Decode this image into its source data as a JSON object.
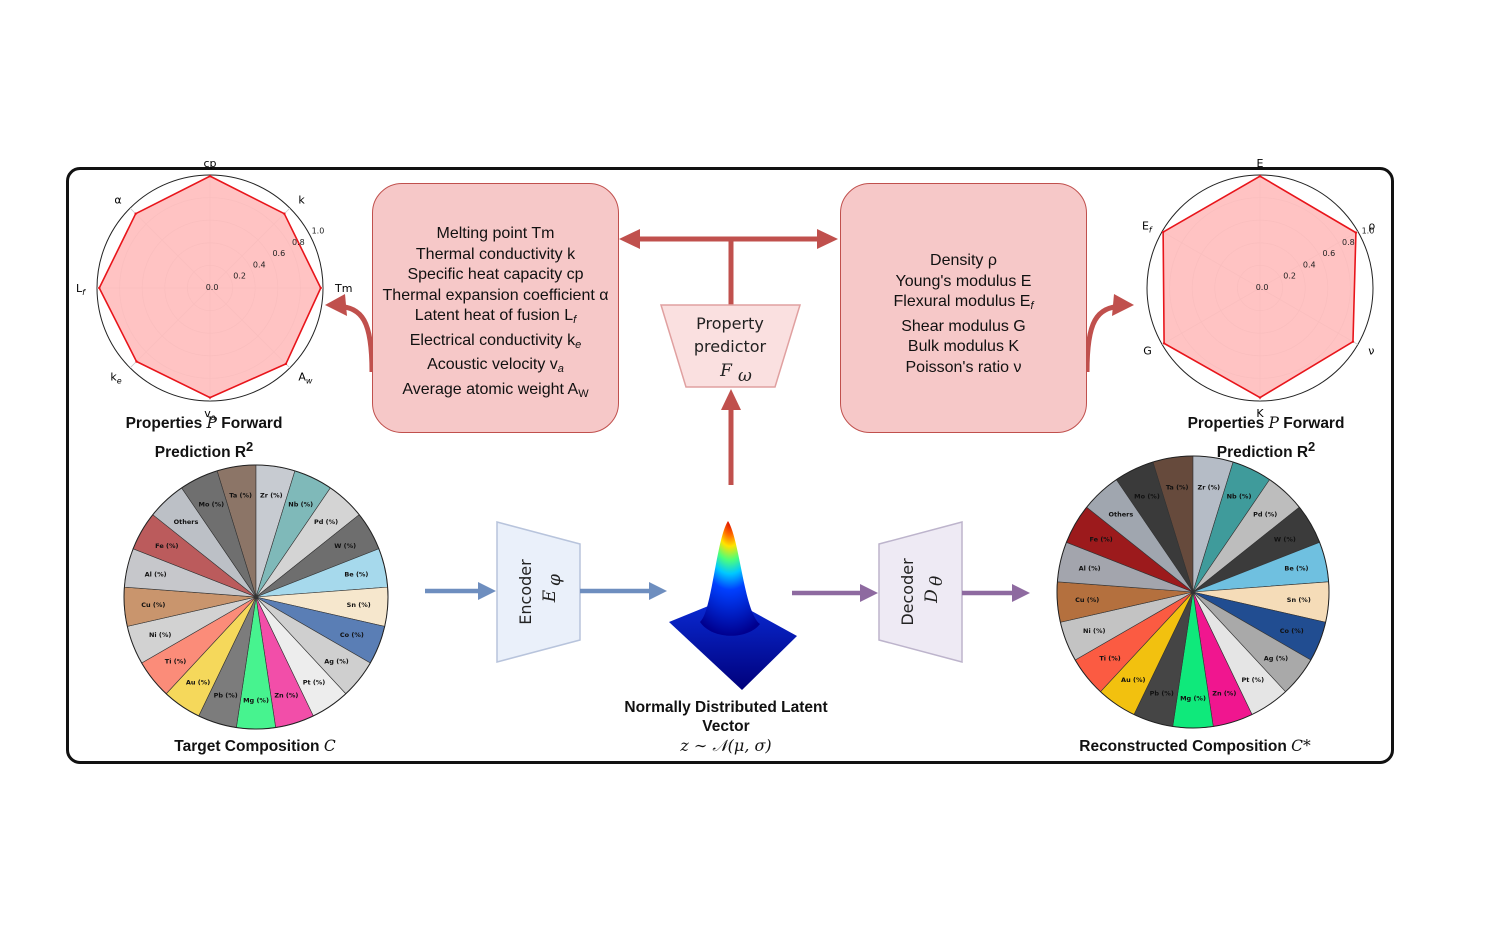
{
  "left_properties": [
    {
      "text": "Melting point Tm",
      "sub": ""
    },
    {
      "text": "Thermal conductivity k",
      "sub": ""
    },
    {
      "text": "Specific heat capacity cp",
      "sub": ""
    },
    {
      "text": "Thermal expansion  coefficient α",
      "sub": ""
    },
    {
      "text": "Latent heat of fusion L",
      "sub": "f"
    },
    {
      "text": "Electrical conductivity k",
      "sub": "e"
    },
    {
      "text": "Acoustic velocity v",
      "sub": "a"
    },
    {
      "text": "Average atomic weight A",
      "sub": "W"
    }
  ],
  "right_properties": [
    {
      "text": "Density ρ",
      "sub": ""
    },
    {
      "text": "Young's modulus E",
      "sub": ""
    },
    {
      "text": "Flexural modulus E",
      "sub": "f"
    },
    {
      "text": "Shear modulus G",
      "sub": ""
    },
    {
      "text": "Bulk modulus K",
      "sub": ""
    },
    {
      "text": "Poisson's ratio ν",
      "sub": ""
    }
  ],
  "predictor": {
    "line1": "Property",
    "line2": "predictor",
    "symbol": "F",
    "symbol_sub": "ω"
  },
  "encoder": {
    "label": "Encoder",
    "symbol": "E",
    "symbol_sub": "φ"
  },
  "decoder": {
    "label": "Decoder",
    "symbol": "D",
    "symbol_sub": "θ"
  },
  "captions": {
    "left_radar_line1_a": "Properties ",
    "left_radar_line1_sym": "P",
    "left_radar_line1_b": " Forward",
    "left_radar_line2": "Prediction R",
    "left_radar_line2_sup": "2",
    "right_radar_line1_a": "Properties ",
    "right_radar_line1_sym": "P",
    "right_radar_line1_b": " Forward",
    "right_radar_line2": "Prediction R",
    "right_radar_line2_sup": "2",
    "target_a": "Target Composition ",
    "target_sym": "C",
    "reconstructed_a": "Reconstructed Composition ",
    "reconstructed_sym": "C*",
    "latent_line1": "Normally Distributed Latent",
    "latent_line2": "Vector",
    "latent_formula": "z ∼ 𝒩(μ, σ)"
  },
  "colors": {
    "prop_box_fill": "#f6c8c8",
    "prop_box_stroke": "#c0504d",
    "red_arrow": "#c0504d",
    "blue_arrow": "#6e8ebf",
    "purple_arrow": "#8e6aa0",
    "radar_fill": "#ffbcbc",
    "radar_line": "#e8151b"
  },
  "chart_data": [
    {
      "type": "radar",
      "axes": [
        "cp",
        "k",
        "Tm",
        "A_w",
        "v_a",
        "k_e",
        "L_f",
        "α"
      ],
      "axis_labels": [
        {
          "text": "cp",
          "sub": ""
        },
        {
          "text": "k",
          "sub": ""
        },
        {
          "text": "Tm",
          "sub": ""
        },
        {
          "text": "A",
          "sub": "w"
        },
        {
          "text": "v",
          "sub": "a"
        },
        {
          "text": "k",
          "sub": "e"
        },
        {
          "text": "L",
          "sub": "f"
        },
        {
          "text": "α",
          "sub": ""
        }
      ],
      "values": [
        0.99,
        0.93,
        0.98,
        0.95,
        0.97,
        0.92,
        0.98,
        0.93
      ],
      "rlim": [
        0,
        1
      ],
      "r_ticks": [
        "0.0",
        "0.2",
        "0.4",
        "0.6",
        "0.8",
        "1.0"
      ],
      "grid": true
    },
    {
      "type": "radar",
      "axes": [
        "E",
        "ρ",
        "ν",
        "K",
        "G",
        "E_f"
      ],
      "axis_labels": [
        {
          "text": "E",
          "sub": ""
        },
        {
          "text": "ρ",
          "sub": ""
        },
        {
          "text": "ν",
          "sub": ""
        },
        {
          "text": "K",
          "sub": ""
        },
        {
          "text": "G",
          "sub": ""
        },
        {
          "text": "E",
          "sub": "f"
        }
      ],
      "values": [
        0.99,
        0.98,
        0.95,
        0.97,
        0.98,
        0.99
      ],
      "rlim": [
        0,
        1
      ],
      "r_ticks": [
        "0.0",
        "0.2",
        "0.4",
        "0.6",
        "0.8",
        "1.0"
      ],
      "grid": true
    },
    {
      "type": "pie",
      "labels": [
        "Ta (%)",
        "Zr (%)",
        "Nb (%)",
        "Pd (%)",
        "W (%)",
        "Be (%)",
        "Sn (%)",
        "Co (%)",
        "Ag (%)",
        "Pt (%)",
        "Zn (%)",
        "Mg (%)",
        "Pb (%)",
        "Au (%)",
        "Ti (%)",
        "Ni (%)",
        "Cu (%)",
        "Al (%)",
        "Fe (%)",
        "Others",
        "Mo (%)"
      ],
      "values": [
        1,
        1,
        1,
        1,
        1,
        1,
        1,
        1,
        1,
        1,
        1,
        1,
        1,
        1,
        1,
        1,
        1,
        1,
        1,
        1,
        1
      ],
      "colors": [
        "#8c7567",
        "#c7cbd1",
        "#7fb9b9",
        "#d4d4d4",
        "#6e6e6e",
        "#a6d9ec",
        "#f6e7cd",
        "#5a7eb5",
        "#cfcfcf",
        "#ededed",
        "#f24ea9",
        "#47f38f",
        "#7c7c7c",
        "#f5d85b",
        "#fb8c79",
        "#d2d2d2",
        "#c9956d",
        "#c6c7cb",
        "#bb5b5c",
        "#bcc0c6",
        "#6f6f6f"
      ]
    },
    {
      "type": "pie",
      "labels": [
        "Ta (%)",
        "Zr (%)",
        "Nb (%)",
        "Pd (%)",
        "W (%)",
        "Be (%)",
        "Sn (%)",
        "Co (%)",
        "Ag (%)",
        "Pt (%)",
        "Zn (%)",
        "Mg (%)",
        "Pb (%)",
        "Au (%)",
        "Ti (%)",
        "Ni (%)",
        "Cu (%)",
        "Al (%)",
        "Fe (%)",
        "Others",
        "Mo (%)"
      ],
      "values": [
        1,
        1,
        1,
        1,
        1,
        1,
        1,
        1,
        1,
        1,
        1,
        1,
        1,
        1,
        1,
        1,
        1,
        1,
        1,
        1,
        1
      ],
      "colors": [
        "#664a3c",
        "#b5bcc6",
        "#3f9b9b",
        "#bdbdbd",
        "#3b3b3b",
        "#6fc0e0",
        "#f5dcb8",
        "#214d91",
        "#a9a9a9",
        "#e5e5e5",
        "#f0168f",
        "#0fe97b",
        "#454545",
        "#f2c10f",
        "#fb5b42",
        "#c3c3c3",
        "#b4703e",
        "#a3a5ad",
        "#9c1a1c",
        "#a0a6af",
        "#3a3a3a"
      ]
    }
  ]
}
